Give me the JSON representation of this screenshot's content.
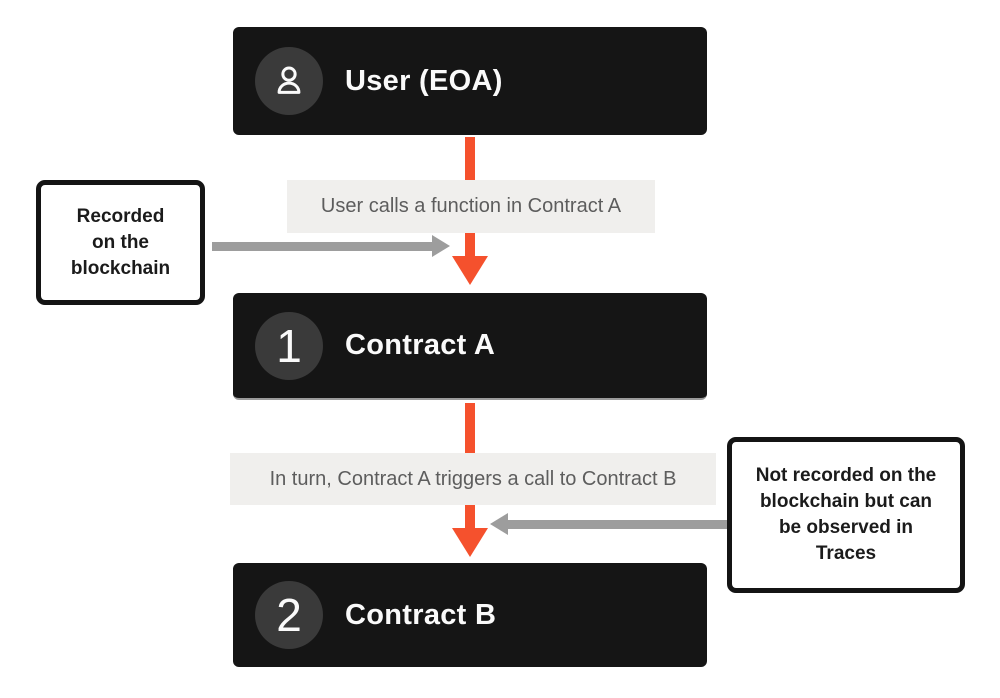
{
  "nodes": [
    {
      "label": "User (EOA)",
      "badge_icon": "user-icon"
    },
    {
      "label": "Contract A",
      "badge": "1"
    },
    {
      "label": "Contract B",
      "badge": "2"
    }
  ],
  "flow_labels": [
    {
      "text": "User calls a function in Contract A"
    },
    {
      "text": "In turn, Contract A triggers a call to Contract B"
    }
  ],
  "callouts": {
    "left": {
      "lines": [
        "Recorded",
        "on the",
        "blockchain"
      ]
    },
    "right": {
      "lines": [
        "Not recorded on the",
        "blockchain but can",
        "be observed in",
        "Traces"
      ]
    }
  },
  "colors": {
    "canvas_bg": "#ffffff",
    "node_bg": "#151515",
    "node_text": "#fafafa",
    "badge_bg": "#3a3a3a",
    "accent_orange": "#f5512d",
    "arrow_gray": "#9d9d9d",
    "band_bg": "#f0efed",
    "band_text": "#5d5d5d",
    "callout_border": "#141414",
    "callout_text": "#1b1b1b",
    "node_a_divider": "#9a9a9a"
  }
}
